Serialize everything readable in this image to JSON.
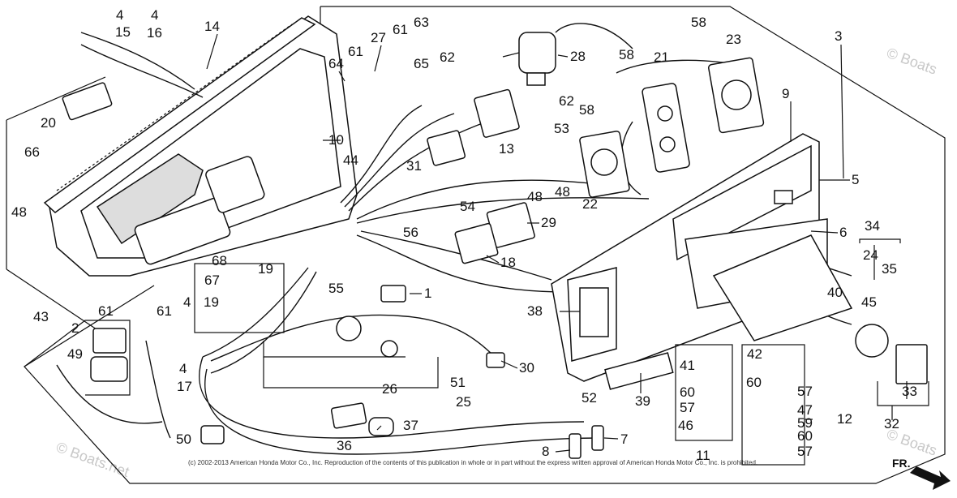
{
  "copyright": "(c) 2002-2013 American Honda Motor Co., Inc. Reproduction of the contents of this publication in whole or in part without the express written approval of American Honda Motor Co., Inc. is prohibited.",
  "watermark_left": "© Boats.net",
  "watermark_right": "© Boats",
  "watermark_bottom_right": "© Boats",
  "direction_label": "FR.",
  "callouts": [
    {
      "id": "c4a",
      "text": "4"
    },
    {
      "id": "c15",
      "text": "15"
    },
    {
      "id": "c4b",
      "text": "4"
    },
    {
      "id": "c16",
      "text": "16"
    },
    {
      "id": "c14",
      "text": "14"
    },
    {
      "id": "c64",
      "text": "64"
    },
    {
      "id": "c61a",
      "text": "61"
    },
    {
      "id": "c27",
      "text": "27"
    },
    {
      "id": "c61b",
      "text": "61"
    },
    {
      "id": "c63",
      "text": "63"
    },
    {
      "id": "c65",
      "text": "65"
    },
    {
      "id": "c62a",
      "text": "62"
    },
    {
      "id": "c28",
      "text": "28"
    },
    {
      "id": "c58a",
      "text": "58"
    },
    {
      "id": "c58b",
      "text": "58"
    },
    {
      "id": "c21",
      "text": "21"
    },
    {
      "id": "c23",
      "text": "23"
    },
    {
      "id": "c3",
      "text": "3"
    },
    {
      "id": "c20",
      "text": "20"
    },
    {
      "id": "c62b",
      "text": "62"
    },
    {
      "id": "c58c",
      "text": "58"
    },
    {
      "id": "c53",
      "text": "53"
    },
    {
      "id": "c10",
      "text": "10"
    },
    {
      "id": "c13",
      "text": "13"
    },
    {
      "id": "c66",
      "text": "66"
    },
    {
      "id": "c44",
      "text": "44"
    },
    {
      "id": "c31",
      "text": "31"
    },
    {
      "id": "c9",
      "text": "9"
    },
    {
      "id": "c48a",
      "text": "48"
    },
    {
      "id": "c48b",
      "text": "48"
    },
    {
      "id": "c22",
      "text": "22"
    },
    {
      "id": "c5",
      "text": "5"
    },
    {
      "id": "c48c",
      "text": "48"
    },
    {
      "id": "c54",
      "text": "54"
    },
    {
      "id": "c29",
      "text": "29"
    },
    {
      "id": "c56",
      "text": "56"
    },
    {
      "id": "c6",
      "text": "6"
    },
    {
      "id": "c34",
      "text": "34"
    },
    {
      "id": "c24",
      "text": "24"
    },
    {
      "id": "c35",
      "text": "35"
    },
    {
      "id": "c68",
      "text": "68"
    },
    {
      "id": "c19a",
      "text": "19"
    },
    {
      "id": "c18",
      "text": "18"
    },
    {
      "id": "c67",
      "text": "67"
    },
    {
      "id": "c55",
      "text": "55"
    },
    {
      "id": "c1",
      "text": "1"
    },
    {
      "id": "c4c",
      "text": "4"
    },
    {
      "id": "c19b",
      "text": "19"
    },
    {
      "id": "c61c",
      "text": "61"
    },
    {
      "id": "c61d",
      "text": "61"
    },
    {
      "id": "c38",
      "text": "38"
    },
    {
      "id": "c40",
      "text": "40"
    },
    {
      "id": "c45",
      "text": "45"
    },
    {
      "id": "c43",
      "text": "43"
    },
    {
      "id": "c2",
      "text": "2"
    },
    {
      "id": "c49",
      "text": "49"
    },
    {
      "id": "c4d",
      "text": "4"
    },
    {
      "id": "c17",
      "text": "17"
    },
    {
      "id": "c30",
      "text": "30"
    },
    {
      "id": "c51",
      "text": "51"
    },
    {
      "id": "c26",
      "text": "26"
    },
    {
      "id": "c25",
      "text": "25"
    },
    {
      "id": "c41",
      "text": "41"
    },
    {
      "id": "c42",
      "text": "42"
    },
    {
      "id": "c60a",
      "text": "60"
    },
    {
      "id": "c60b",
      "text": "60"
    },
    {
      "id": "c57a",
      "text": "57"
    },
    {
      "id": "c57b",
      "text": "57"
    },
    {
      "id": "c47",
      "text": "47"
    },
    {
      "id": "c46",
      "text": "46"
    },
    {
      "id": "c59",
      "text": "59"
    },
    {
      "id": "c12",
      "text": "12"
    },
    {
      "id": "c60c",
      "text": "60"
    },
    {
      "id": "c57c",
      "text": "57"
    },
    {
      "id": "c33",
      "text": "33"
    },
    {
      "id": "c32",
      "text": "32"
    },
    {
      "id": "c52",
      "text": "52"
    },
    {
      "id": "c39",
      "text": "39"
    },
    {
      "id": "c37",
      "text": "37"
    },
    {
      "id": "c50",
      "text": "50"
    },
    {
      "id": "c36",
      "text": "36"
    },
    {
      "id": "c8",
      "text": "8"
    },
    {
      "id": "c7",
      "text": "7"
    },
    {
      "id": "c11",
      "text": "11"
    }
  ]
}
